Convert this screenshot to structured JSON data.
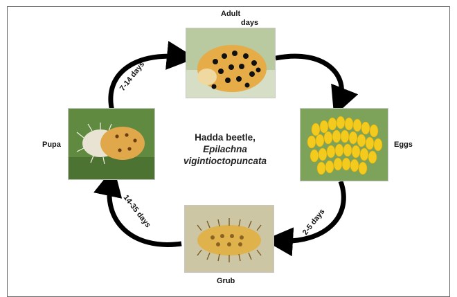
{
  "stages": {
    "adult": "Adult",
    "adult_days": "days",
    "eggs": "Eggs",
    "grub": "Grub",
    "pupa": "Pupa"
  },
  "durations": {
    "adult_to_top_left": "7-14 days",
    "eggs_to_grub": "2-5 days",
    "grub_to_pupa": "14-35 days"
  },
  "center": {
    "line1": "Hadda beetle,",
    "line2": "Epilachna",
    "line3": "vigintioctopuncata"
  },
  "colors": {
    "arrow": "#000000",
    "leaf": "#6f9a4c",
    "egg": "#f2cb1e",
    "beetle": "#e7b04a"
  }
}
